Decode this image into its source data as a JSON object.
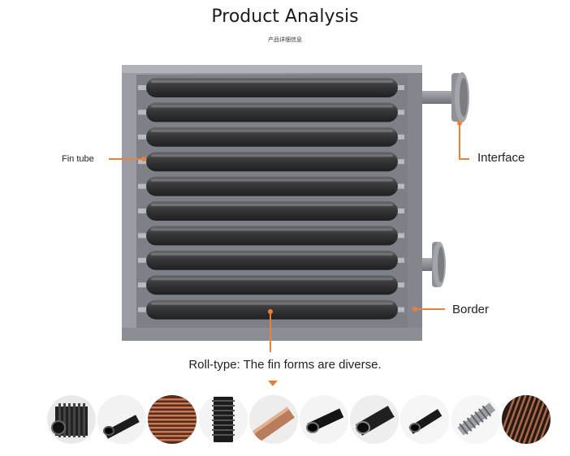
{
  "header": {
    "title": "Product Analysis",
    "subtitle": "产品详细信息"
  },
  "callouts": {
    "fin_tube": "Fin tube",
    "interface": "Interface",
    "border": "Border",
    "roll_type": "Roll-type: The fin forms are diverse."
  },
  "colors": {
    "accent": "#e8823a",
    "frame": "#8d9096",
    "tube": "#3a3a3c"
  },
  "thumbnails": [
    {
      "icon": "black-fin-block-icon"
    },
    {
      "icon": "black-tube-on-white-icon"
    },
    {
      "icon": "copper-fin-tube-icon"
    },
    {
      "icon": "black-spiral-fin-icon"
    },
    {
      "icon": "copper-finned-pipe-icon"
    },
    {
      "icon": "black-tube-end-icon"
    },
    {
      "icon": "black-finned-pipe-icon"
    },
    {
      "icon": "black-fin-tube-angle-icon"
    },
    {
      "icon": "silver-spiral-tube-icon"
    },
    {
      "icon": "copper-fin-stack-icon"
    }
  ]
}
